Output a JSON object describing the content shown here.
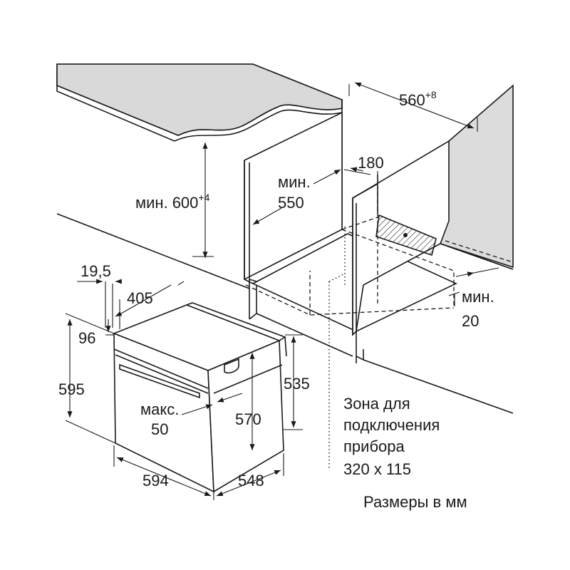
{
  "dimensions": {
    "niche_width": "560",
    "niche_width_tol": "+8",
    "vent_depth": "180",
    "min_word": "мин.",
    "niche_depth_min": "550",
    "niche_height": "600",
    "niche_height_tol": "+4",
    "gap_min": "20",
    "panel_offset": "19,5",
    "door_depth": "405",
    "top_strip": "96",
    "overall_height": "595",
    "max_word": "макс.",
    "max_value": "50",
    "body_height_front": "570",
    "body_height_side": "535",
    "overall_width": "594",
    "overall_depth": "548"
  },
  "connection_zone": {
    "line1": "Зона для",
    "line2": "подключения",
    "line3": "прибора",
    "line4": "320 x 115"
  },
  "units_note": "Размеры в мм"
}
